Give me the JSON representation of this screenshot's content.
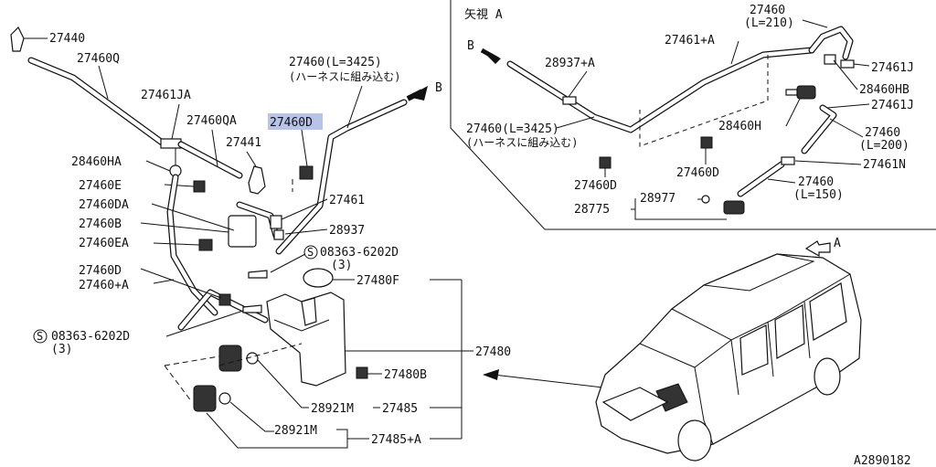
{
  "diagram": {
    "figure_code": "A2890182",
    "view_a_title": "矢視 A",
    "arrow_a": "A",
    "arrow_b": "B",
    "highlighted_part": "27460D",
    "highlight_color": "#b7c4e8",
    "labels": {
      "p27440": "27440",
      "p27460Q": "27460Q",
      "p27461JA": "27461JA",
      "p27460QA": "27460QA",
      "p27441": "27441",
      "p28460HA": "28460HA",
      "p27460E": "27460E",
      "p27460DA": "27460DA",
      "p27460B": "27460B",
      "p27460EA": "27460EA",
      "p27460D_l": "27460D",
      "p27460A": "27460+A",
      "p08363_a": "08363-6202D",
      "p08363_a_q": "(3)",
      "p08363_b": "08363-6202D",
      "p08363_b_q": "(3)",
      "p27460_main_1": "27460(L=3425)",
      "p27460_main_2": "(ハーネスに組み込む)",
      "p27461": "27461",
      "p28937": "28937",
      "p27480F": "27480F",
      "p27480": "27480",
      "p27480B": "27480B",
      "p28921M_1": "28921M",
      "p27485": "27485",
      "p28921M_2": "28921M",
      "p27485A": "27485+A"
    },
    "inset": {
      "i27460_top": "27460",
      "i27460_top_len": "(L=210)",
      "i27461A": "27461+A",
      "i28937A": "28937+A",
      "i27461J_1": "27461J",
      "i28460HB": "28460HB",
      "i27461J_2": "27461J",
      "i28460H": "28460H",
      "i27460_main_1": "27460(L=3425)",
      "i27460_main_2": "(ハーネスに組み込む)",
      "i27460_200": "27460",
      "i27460_200_len": "(L=200)",
      "i27461N": "27461N",
      "i27460D_1": "27460D",
      "i27460D_2": "27460D",
      "i27460_150": "27460",
      "i27460_150_len": "(L=150)",
      "i28977": "28977",
      "i28775": "28775"
    }
  }
}
